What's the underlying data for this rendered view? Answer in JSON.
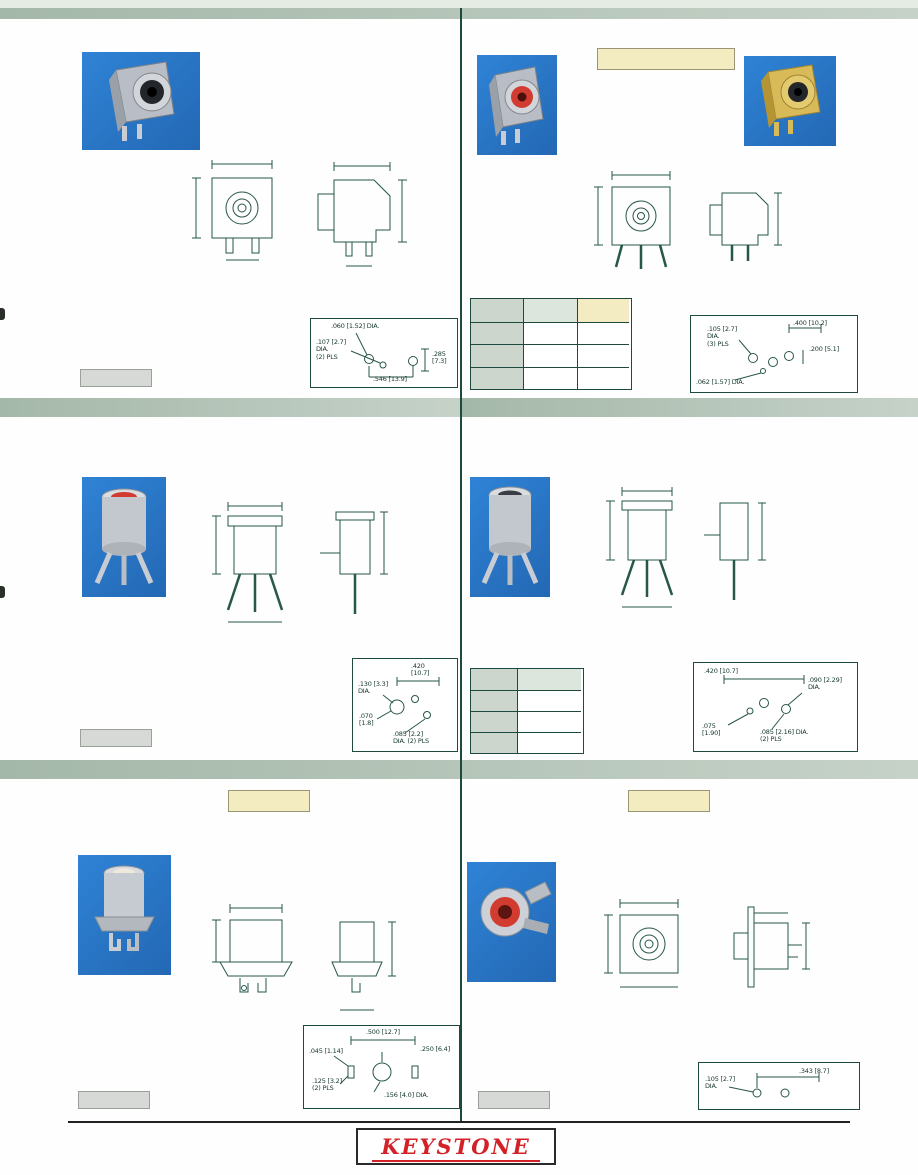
{
  "brand": {
    "logo_text": "KEYSTONE"
  },
  "sections": {
    "s1": {
      "callout": {
        "l1": ".060 [1.52] DIA.",
        "l2": ".107 [2.7]\nDIA.\n(2) PLS",
        "l3": ".285\n[7.3]",
        "l4": ".546 [13.9]"
      }
    },
    "s2": {
      "callout": {
        "l1": ".105 [2.7]\nDIA.\n(3) PLS",
        "l2": ".400 [10.2]",
        "l3": ".200 [5.1]",
        "l4": ".062 [1.57] DIA."
      },
      "table": {
        "rows": [
          [
            "",
            "",
            ""
          ],
          [
            "",
            "",
            ""
          ],
          [
            "",
            "",
            ""
          ],
          [
            "",
            "",
            ""
          ]
        ]
      }
    },
    "s3": {
      "callout": {
        "l1": ".420\n[10.7]",
        "l2": ".130 [3.3]\nDIA.",
        "l3": ".070\n[1.8]",
        "l4": ".085 [2.2]\nDIA. (2) PLS"
      }
    },
    "s4": {
      "callout": {
        "l1": ".420 [10.7]",
        "l2": ".090 [2.29]\nDIA.",
        "l3": ".075\n[1.90]",
        "l4": ".085 [2.16] DIA.\n(2) PLS"
      },
      "table": {
        "rows": [
          [
            "",
            ""
          ],
          [
            "",
            ""
          ],
          [
            "",
            ""
          ],
          [
            "",
            ""
          ]
        ]
      }
    },
    "s5": {
      "callout": {
        "l1": ".045 [1.14]",
        "l2": ".500 [12.7]",
        "l3": ".250 [6.4]",
        "l4": ".125 [3.2]\n(2) PLS",
        "l5": ".156 [4.0] DIA."
      }
    },
    "s6": {
      "callout": {
        "l1": ".105 [2.7]\nDIA.",
        "l2": ".343 [8.7]"
      }
    }
  }
}
